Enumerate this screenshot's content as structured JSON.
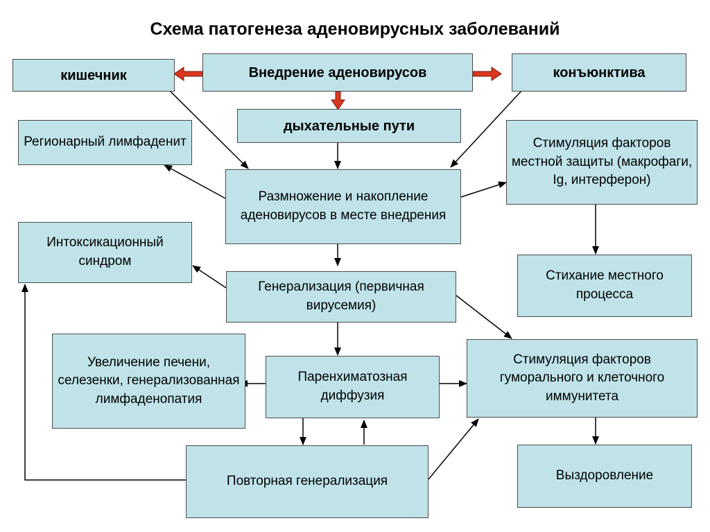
{
  "title": "Схема патогенеза аденовирусных заболеваний",
  "colors": {
    "box_fill": "#bfe3e8",
    "box_border": "#4a4a4a",
    "arrow": "#000000",
    "accent_arrow": "#d9381e"
  },
  "nodes": {
    "intestine": "кишечник",
    "entry": "Внедрение аденовирусов",
    "conjunctiva": "конъюнктива",
    "airways": "дыхательные пути",
    "lymphadenitis": "Регионарный лимфаденит",
    "replication": "Размножение и накопление аденовирусов в месте внедрения",
    "local_defense": "Стимуляция факторов местной защиты (макрофаги, Ig, интерферон)",
    "intoxication": "Интоксикационный синдром",
    "generalization": "Генерализация (первичная вирусемия)",
    "local_subsiding": "Стихание местного процесса",
    "organ_enlargement": "Увеличение печени, селезенки, генерализованная лимфаденопатия",
    "parenchymal": "Паренхиматозная диффузия",
    "immunity": "Стимуляция факторов гуморального и клеточного иммунитета",
    "repeat_generalization": "Повторная генерализация",
    "recovery": "Выздоровление"
  }
}
